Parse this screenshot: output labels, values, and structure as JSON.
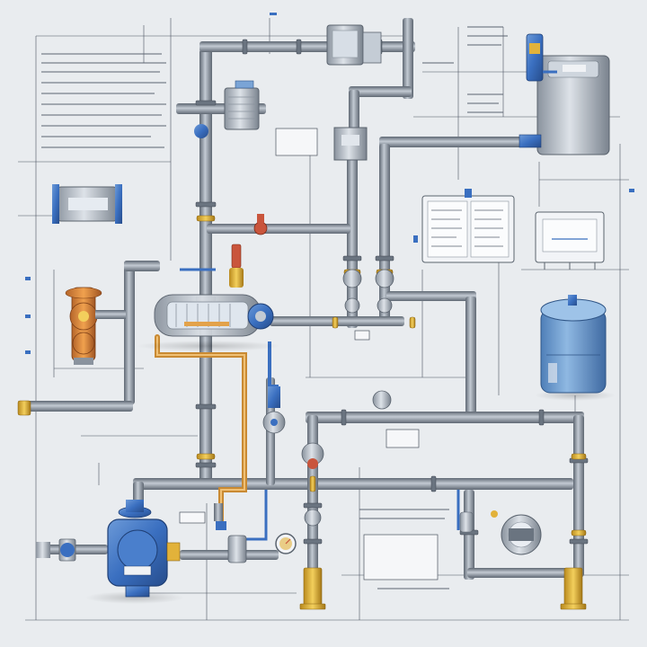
{
  "diagram": {
    "type": "piping-schematic",
    "printed_text_legible": false,
    "palette": {
      "background": "#e9ecef",
      "pipe": "#7d8794",
      "pipe_highlight": "#c3cad3",
      "blue_equipment": "#3a6fc0",
      "light_blue_tank": "#6f9fd4",
      "orange_line": "#e3a24a",
      "yellow_fittings": "#e2b23a",
      "red_valve": "#c9553c",
      "ink": "#3a4250"
    },
    "components": [
      {
        "id": "centrifugal-pump",
        "kind": "pump",
        "color": "blue"
      },
      {
        "id": "storage-tank",
        "kind": "tank",
        "color": "light-blue"
      },
      {
        "id": "pressure-vessel",
        "kind": "tank",
        "color": "grey"
      },
      {
        "id": "heat-exchanger",
        "kind": "exchanger",
        "color": "grey-blue"
      },
      {
        "id": "control-panel-1",
        "kind": "panel",
        "color": "white"
      },
      {
        "id": "control-panel-2",
        "kind": "panel",
        "color": "white"
      },
      {
        "id": "gear-valve-assembly",
        "kind": "valve",
        "color": "orange"
      },
      {
        "id": "filter-unit",
        "kind": "filter",
        "color": "grey"
      },
      {
        "id": "pressure-gauge",
        "kind": "gauge",
        "color": "grey"
      },
      {
        "id": "flow-meter",
        "kind": "meter",
        "color": "grey"
      }
    ]
  }
}
